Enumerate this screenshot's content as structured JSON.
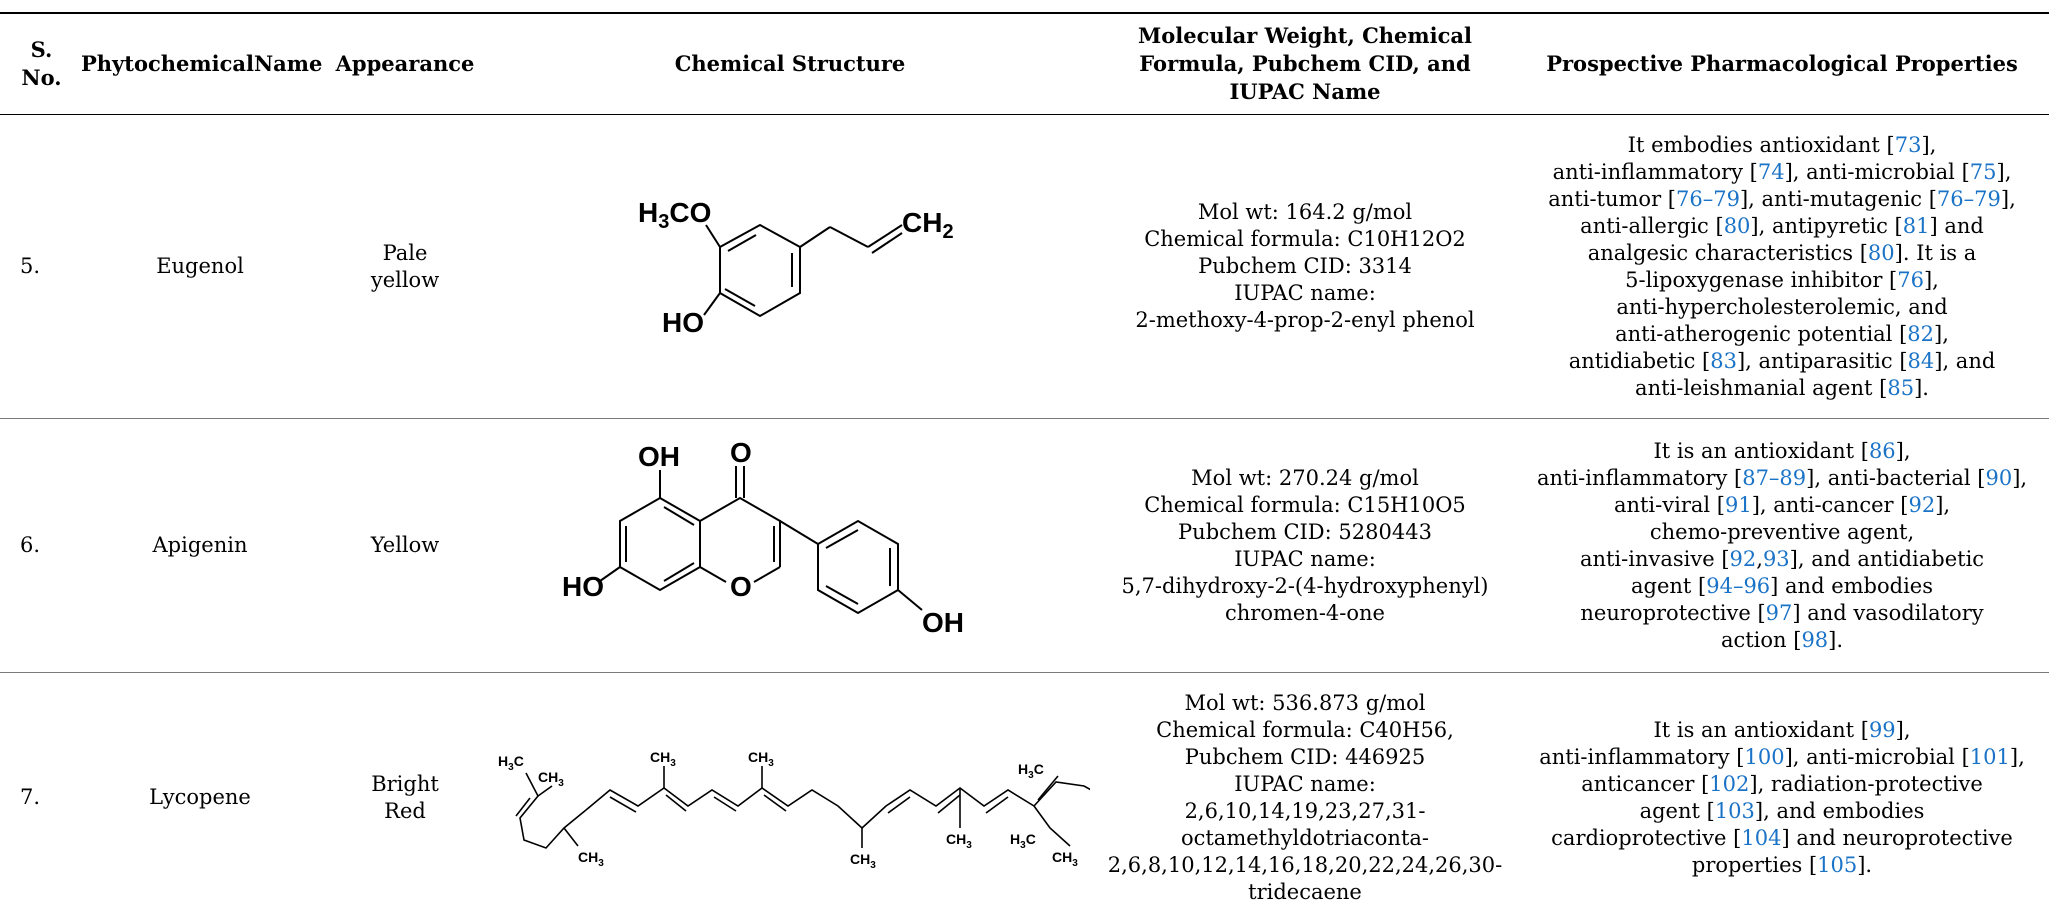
{
  "headers": {
    "sno": "S. No.",
    "name": "PhytochemicalName",
    "appearance": "Appearance",
    "structure": "Chemical Structure",
    "details": "Molecular Weight, Chemical Formula, Pubchem CID, and IUPAC Name",
    "properties": "Prospective Pharmacological Properties"
  },
  "rows": [
    {
      "sno": "5.",
      "name": "Eugenol",
      "appearance": [
        "Pale",
        "yellow"
      ],
      "structure_icon": "eugenol-structure",
      "structure_labels": {
        "och3": "H3CO",
        "ch2": "CH2",
        "oh": "HO"
      },
      "details": [
        "Mol wt: 164.2 g/mol",
        "Chemical formula: C10H12O2",
        "Pubchem CID: 3314",
        "IUPAC name:",
        "2-methoxy-4-prop-2-enyl phenol"
      ],
      "properties": [
        [
          {
            "t": "It embodies antioxidant ["
          },
          {
            "r": "73"
          },
          {
            "t": "],"
          }
        ],
        [
          {
            "t": "anti-inflammatory ["
          },
          {
            "r": "74"
          },
          {
            "t": "], anti-microbial ["
          },
          {
            "r": "75"
          },
          {
            "t": "],"
          }
        ],
        [
          {
            "t": "anti-tumor ["
          },
          {
            "r": "76–79"
          },
          {
            "t": "], anti-mutagenic ["
          },
          {
            "r": "76–79"
          },
          {
            "t": "],"
          }
        ],
        [
          {
            "t": "anti-allergic ["
          },
          {
            "r": "80"
          },
          {
            "t": "], antipyretic ["
          },
          {
            "r": "81"
          },
          {
            "t": "] and"
          }
        ],
        [
          {
            "t": "analgesic characteristics ["
          },
          {
            "r": "80"
          },
          {
            "t": "]. It is a"
          }
        ],
        [
          {
            "t": "5-lipoxygenase inhibitor ["
          },
          {
            "r": "76"
          },
          {
            "t": "],"
          }
        ],
        [
          {
            "t": "anti-hypercholesterolemic, and"
          }
        ],
        [
          {
            "t": "anti-atherogenic potential ["
          },
          {
            "r": "82"
          },
          {
            "t": "],"
          }
        ],
        [
          {
            "t": "antidiabetic ["
          },
          {
            "r": "83"
          },
          {
            "t": "], antiparasitic ["
          },
          {
            "r": "84"
          },
          {
            "t": "], and"
          }
        ],
        [
          {
            "t": "anti-leishmanial agent ["
          },
          {
            "r": "85"
          },
          {
            "t": "]."
          }
        ]
      ]
    },
    {
      "sno": "6.",
      "name": "Apigenin",
      "appearance": [
        "Yellow"
      ],
      "structure_icon": "apigenin-structure",
      "structure_labels": {
        "oh_top": "OH",
        "o_top": "O",
        "ho": "HO",
        "o_ring": "O",
        "oh_right": "OH"
      },
      "details": [
        "Mol wt: 270.24 g/mol",
        "Chemical formula: C15H10O5",
        "Pubchem CID: 5280443",
        "IUPAC name:",
        "5,7-dihydroxy-2-(4-hydroxyphenyl)",
        "chromen-4-one"
      ],
      "properties": [
        [
          {
            "t": "It is an antioxidant ["
          },
          {
            "r": "86"
          },
          {
            "t": "],"
          }
        ],
        [
          {
            "t": "anti-inflammatory ["
          },
          {
            "r": "87–89"
          },
          {
            "t": "], anti-bacterial ["
          },
          {
            "r": "90"
          },
          {
            "t": "],"
          }
        ],
        [
          {
            "t": "anti-viral ["
          },
          {
            "r": "91"
          },
          {
            "t": "], anti-cancer ["
          },
          {
            "r": "92"
          },
          {
            "t": "],"
          }
        ],
        [
          {
            "t": "chemo-preventive agent,"
          }
        ],
        [
          {
            "t": "anti-invasive ["
          },
          {
            "r": "92"
          },
          {
            "t": ","
          },
          {
            "r": "93"
          },
          {
            "t": "], and antidiabetic"
          }
        ],
        [
          {
            "t": "agent ["
          },
          {
            "r": "94–96"
          },
          {
            "t": "] and embodies"
          }
        ],
        [
          {
            "t": "neuroprotective ["
          },
          {
            "r": "97"
          },
          {
            "t": "] and vasodilatory"
          }
        ],
        [
          {
            "t": "action ["
          },
          {
            "r": "98"
          },
          {
            "t": "]."
          }
        ]
      ]
    },
    {
      "sno": "7.",
      "name": "Lycopene",
      "appearance": [
        "Bright",
        "Red"
      ],
      "structure_icon": "lycopene-structure",
      "structure_labels": {
        "ch3": "CH3",
        "h3c": "H3C"
      },
      "details": [
        "Mol wt: 536.873 g/mol",
        "Chemical formula: C40H56,",
        "Pubchem CID: 446925",
        "IUPAC name:",
        "2,6,10,14,19,23,27,31-",
        "octamethyldotriaconta-",
        "2,6,8,10,12,14,16,18,20,22,24,26,30-",
        "tridecaene"
      ],
      "properties": [
        [
          {
            "t": "It is an antioxidant ["
          },
          {
            "r": "99"
          },
          {
            "t": "],"
          }
        ],
        [
          {
            "t": "anti-inflammatory ["
          },
          {
            "r": "100"
          },
          {
            "t": "], anti-microbial ["
          },
          {
            "r": "101"
          },
          {
            "t": "],"
          }
        ],
        [
          {
            "t": "anticancer ["
          },
          {
            "r": "102"
          },
          {
            "t": "], radiation-protective"
          }
        ],
        [
          {
            "t": "agent ["
          },
          {
            "r": "103"
          },
          {
            "t": "], and embodies"
          }
        ],
        [
          {
            "t": "cardioprotective ["
          },
          {
            "r": "104"
          },
          {
            "t": "] and neuroprotective"
          }
        ],
        [
          {
            "t": "properties ["
          },
          {
            "r": "105"
          },
          {
            "t": "]."
          }
        ]
      ]
    }
  ],
  "colors": {
    "reference_link": "#1a73c7",
    "rule": "#000000",
    "row_divider": "#7a7a7a"
  }
}
